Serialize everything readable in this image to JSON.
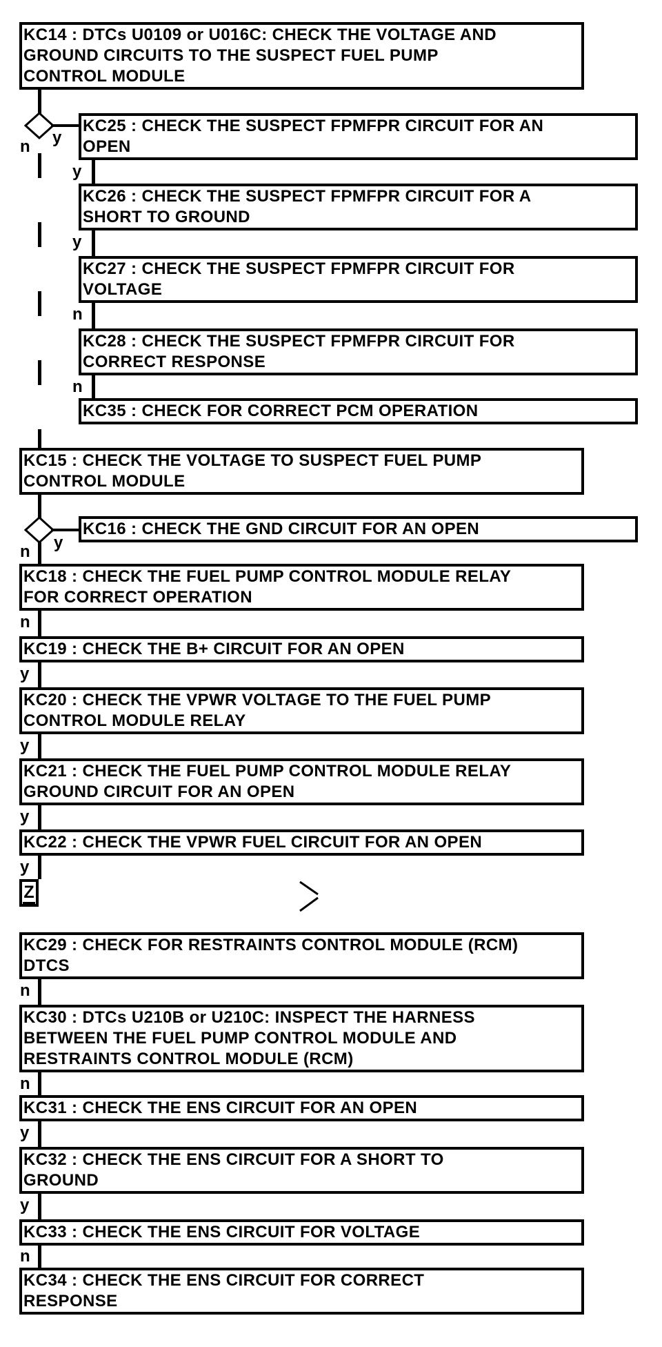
{
  "flowchart": {
    "type": "diagnostic-flowchart",
    "colors": {
      "background": "#ffffff",
      "line": "#000000",
      "text": "#000000"
    },
    "nodes": {
      "kc14": {
        "text": "KC14 : DTCs U0109 or U016C: CHECK THE VOLTAGE AND\nGROUND CIRCUITS TO THE SUSPECT FUEL PUMP\nCONTROL MODULE"
      },
      "kc25": {
        "text": "KC25 : CHECK THE SUSPECT FPMFPR CIRCUIT FOR AN\nOPEN"
      },
      "kc26": {
        "text": "KC26 : CHECK THE SUSPECT FPMFPR CIRCUIT FOR A\nSHORT TO GROUND"
      },
      "kc27": {
        "text": "KC27 : CHECK THE SUSPECT FPMFPR CIRCUIT FOR\nVOLTAGE"
      },
      "kc28": {
        "text": "KC28 : CHECK THE SUSPECT FPMFPR CIRCUIT FOR\nCORRECT RESPONSE"
      },
      "kc35": {
        "text": "KC35 : CHECK FOR CORRECT PCM OPERATION"
      },
      "kc15": {
        "text": "KC15 : CHECK THE VOLTAGE TO SUSPECT FUEL PUMP\nCONTROL MODULE"
      },
      "kc16": {
        "text": "KC16 : CHECK THE GND CIRCUIT FOR AN OPEN"
      },
      "kc18": {
        "text": "KC18 : CHECK THE FUEL PUMP CONTROL MODULE RELAY\nFOR CORRECT OPERATION"
      },
      "kc19": {
        "text": "KC19 : CHECK THE B+ CIRCUIT FOR AN OPEN"
      },
      "kc20": {
        "text": "KC20 : CHECK THE VPWR VOLTAGE TO THE FUEL PUMP\nCONTROL MODULE RELAY"
      },
      "kc21": {
        "text": "KC21 : CHECK THE FUEL PUMP CONTROL MODULE RELAY\nGROUND CIRCUIT FOR AN OPEN"
      },
      "kc22": {
        "text": "KC22 : CHECK THE VPWR FUEL CIRCUIT FOR AN OPEN"
      },
      "kc29": {
        "text": "KC29 : CHECK FOR RESTRAINTS CONTROL MODULE (RCM)\nDTCS"
      },
      "kc30": {
        "text": "KC30 : DTCs U210B or U210C: INSPECT THE HARNESS\nBETWEEN THE FUEL PUMP CONTROL MODULE AND\nRESTRAINTS CONTROL MODULE (RCM)"
      },
      "kc31": {
        "text": "KC31 : CHECK THE ENS CIRCUIT FOR AN OPEN"
      },
      "kc32": {
        "text": "KC32 : CHECK THE ENS CIRCUIT FOR A SHORT TO\nGROUND"
      },
      "kc33": {
        "text": "KC33 : CHECK THE ENS CIRCUIT FOR VOLTAGE"
      },
      "kc34": {
        "text": "KC34 : CHECK THE ENS CIRCUIT FOR CORRECT\nRESPONSE"
      }
    },
    "decisions": {
      "d1": {
        "yes": "y",
        "no": "n"
      },
      "d2": {
        "yes": "y",
        "no": "n"
      }
    },
    "edge_labels": {
      "kc25_kc26": "y",
      "kc26_kc27": "y",
      "kc27_kc28": "n",
      "kc28_kc35": "n",
      "kc18_kc19": "n",
      "kc19_kc20": "y",
      "kc20_kc21": "y",
      "kc21_kc22": "y",
      "kc22_z": "y",
      "kc29_kc30": "n",
      "kc30_kc31": "n",
      "kc31_kc32": "y",
      "kc32_kc33": "y",
      "kc33_kc34": "n"
    },
    "offpage_connector": {
      "label": "Z"
    }
  }
}
